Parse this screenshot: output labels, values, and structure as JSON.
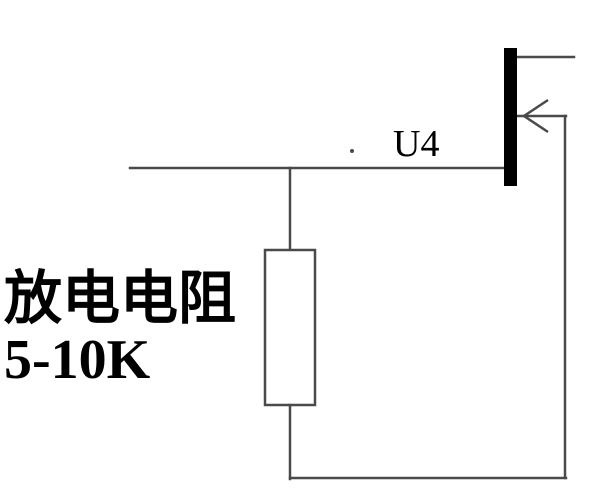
{
  "diagram": {
    "transistor": {
      "label": "U4"
    },
    "resistor": {
      "name": "放电电阻",
      "value": "5-10K"
    }
  },
  "colors": {
    "wire": "#4a4a4a",
    "component": "#000000",
    "text": "#000000",
    "background": "#ffffff"
  }
}
